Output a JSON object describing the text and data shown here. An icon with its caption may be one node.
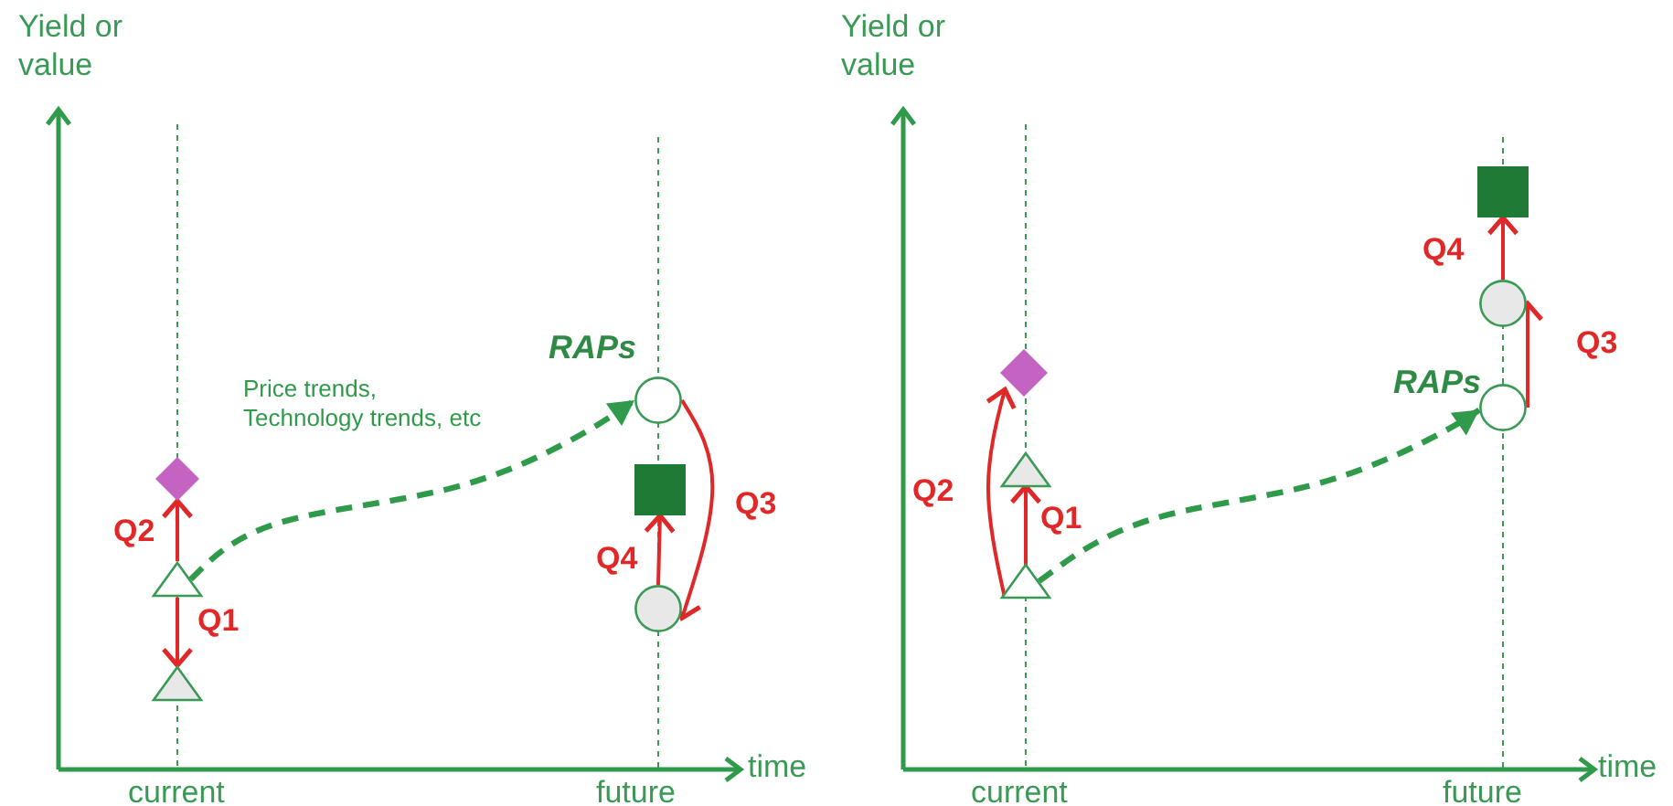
{
  "diagram": {
    "nodes": [
      {
        "text": [],
        "shape": "diamond"
      },
      {
        "text": [],
        "shape": "triangle"
      },
      {
        "text": [],
        "shape": "triangle"
      },
      {
        "text": [],
        "shape": "circle",
        "beside": [
          "RAPs"
        ]
      },
      {
        "text": [],
        "shape": "box"
      },
      {
        "text": [],
        "shape": "circle"
      },
      {
        "text": [],
        "shape": "diamond"
      },
      {
        "text": [],
        "shape": "triangle"
      },
      {
        "text": [],
        "shape": "triangle"
      },
      {
        "text": [],
        "shape": "box"
      },
      {
        "text": [],
        "shape": "circle"
      },
      {
        "text": [],
        "shape": "circle",
        "beside": [
          "RAPs"
        ]
      }
    ],
    "edges": [
      {
        "from": 1,
        "to": 2,
        "arrow": "to",
        "label": "Q1"
      },
      {
        "from": 1,
        "to": 0,
        "arrow": "to",
        "label": "Q2"
      },
      {
        "from": 1,
        "to": 3,
        "arrow": "to",
        "label": "Price trends, Technology trends, etc",
        "style": "dashed",
        "color": "#2e9a4a"
      },
      {
        "from": 3,
        "to": 5,
        "arrow": "to",
        "label": "Q3"
      },
      {
        "from": 5,
        "to": 4,
        "arrow": "to",
        "label": "Q4"
      },
      {
        "from": 8,
        "to": 7,
        "arrow": "to",
        "label": "Q1"
      },
      {
        "from": 8,
        "to": 6,
        "arrow": "to",
        "label": "Q2"
      },
      {
        "from": 8,
        "to": 11,
        "arrow": "to",
        "style": "dashed",
        "color": "#2e9a4a"
      },
      {
        "from": 11,
        "to": 10,
        "arrow": "to",
        "label": "Q3"
      },
      {
        "from": 10,
        "to": 9,
        "arrow": "to",
        "label": "Q4"
      }
    ],
    "labels": [
      "Yield or value",
      "time",
      "current",
      "future",
      "Yield or value",
      "time",
      "current",
      "future"
    ]
  }
}
